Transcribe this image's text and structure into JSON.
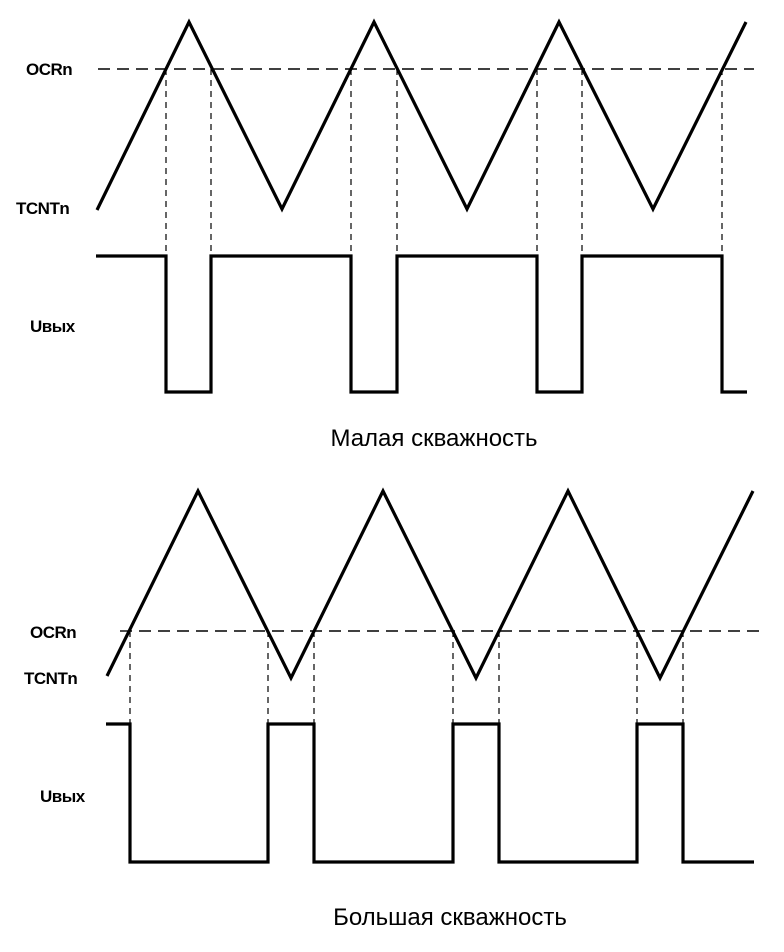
{
  "colors": {
    "line": "#000000",
    "background": "#ffffff"
  },
  "panels": [
    {
      "caption": "Малая скважность",
      "threshold_label": "OCRn",
      "counter_label": "TCNTn",
      "output_label": "Uвых"
    },
    {
      "caption": "Большая скважность",
      "threshold_label": "OCRn",
      "counter_label": "TCNTn",
      "output_label": "Uвых"
    }
  ]
}
